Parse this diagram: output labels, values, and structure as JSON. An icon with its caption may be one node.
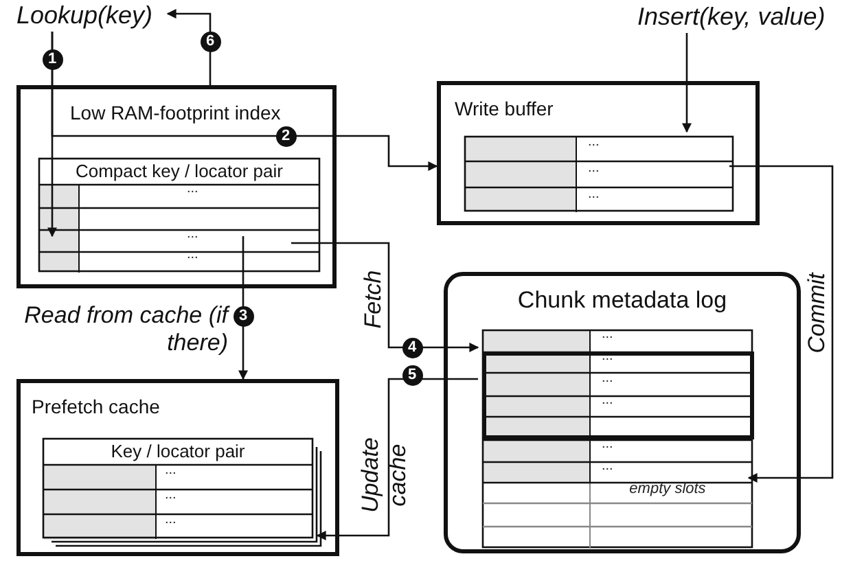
{
  "diagram": {
    "nodes": [
      {
        "text": [
          "Lookup(key)"
        ]
      },
      {
        "text": [
          "Low RAM-footprint index"
        ]
      },
      {
        "text": [
          "Compact key / locator pair"
        ],
        "in": 1
      },
      {
        "text": [
          "Insert(key, value)"
        ]
      },
      {
        "text": [
          "Write buffer"
        ]
      },
      {
        "text": [],
        "shape": "box",
        "in": 4
      },
      {
        "text": [
          "Chunk metadata log"
        ]
      },
      {
        "text": [],
        "shape": "box",
        "in": 6
      },
      {
        "text": [],
        "shape": "box",
        "in": 7
      },
      {
        "text": [
          "Prefetch cache"
        ]
      },
      {
        "text": [
          "Key / locator pair"
        ],
        "in": 9
      }
    ],
    "edges": [
      {
        "from": 0,
        "to": 2,
        "arrow": "to"
      },
      {
        "from": 1,
        "to": 0,
        "arrow": "to"
      },
      {
        "from": 0,
        "to": 4,
        "arrow": "to"
      },
      {
        "from": 3,
        "to": 5,
        "arrow": "to"
      },
      {
        "from": 2,
        "to": 9,
        "arrow": "to",
        "label": "Read from cache (if there)"
      },
      {
        "from": 2,
        "to": 8,
        "arrow": "to",
        "label": "Fetch"
      },
      {
        "from": 8,
        "to": 10,
        "arrow": "to",
        "label": "Update cache"
      },
      {
        "from": 5,
        "to": 7,
        "arrow": "to",
        "label": "Commit"
      }
    ],
    "labels": [
      "1",
      "6",
      "2",
      "3",
      "4",
      "5",
      "...",
      "...",
      "...",
      "...",
      "...",
      "...",
      "...",
      "...",
      "...",
      "...",
      "...",
      "...",
      "empty slots",
      "...",
      "...",
      "..."
    ]
  }
}
